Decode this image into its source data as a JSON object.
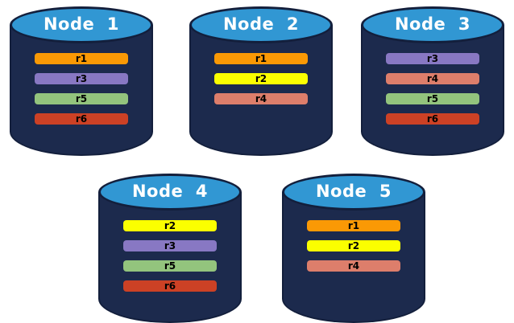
{
  "palette": {
    "canvas_background": "#FFFFFF",
    "cylinder_body": "#1C2A4D",
    "cylinder_outline": "#131F3C",
    "cylinder_top_fill": "#3197D3",
    "node_title_color": "#FFFFFF",
    "replica_label_color": "#000000"
  },
  "replica_colors": {
    "r1": "#FA9905",
    "r2": "#FBFF00",
    "r3": "#8878C3",
    "r4": "#DD7E6B",
    "r5": "#93C47D",
    "r6": "#CC4125"
  },
  "nodes": [
    {
      "title": "Node  1",
      "row": "top",
      "replicas": [
        "r1",
        "r3",
        "r5",
        "r6"
      ]
    },
    {
      "title": "Node  2",
      "row": "top",
      "replicas": [
        "r1",
        "r2",
        "r4"
      ]
    },
    {
      "title": "Node  3",
      "row": "top",
      "replicas": [
        "r3",
        "r4",
        "r5",
        "r6"
      ]
    },
    {
      "title": "Node  4",
      "row": "bottom",
      "replicas": [
        "r2",
        "r3",
        "r5",
        "r6"
      ]
    },
    {
      "title": "Node  5",
      "row": "bottom",
      "replicas": [
        "r1",
        "r2",
        "r4"
      ]
    }
  ]
}
